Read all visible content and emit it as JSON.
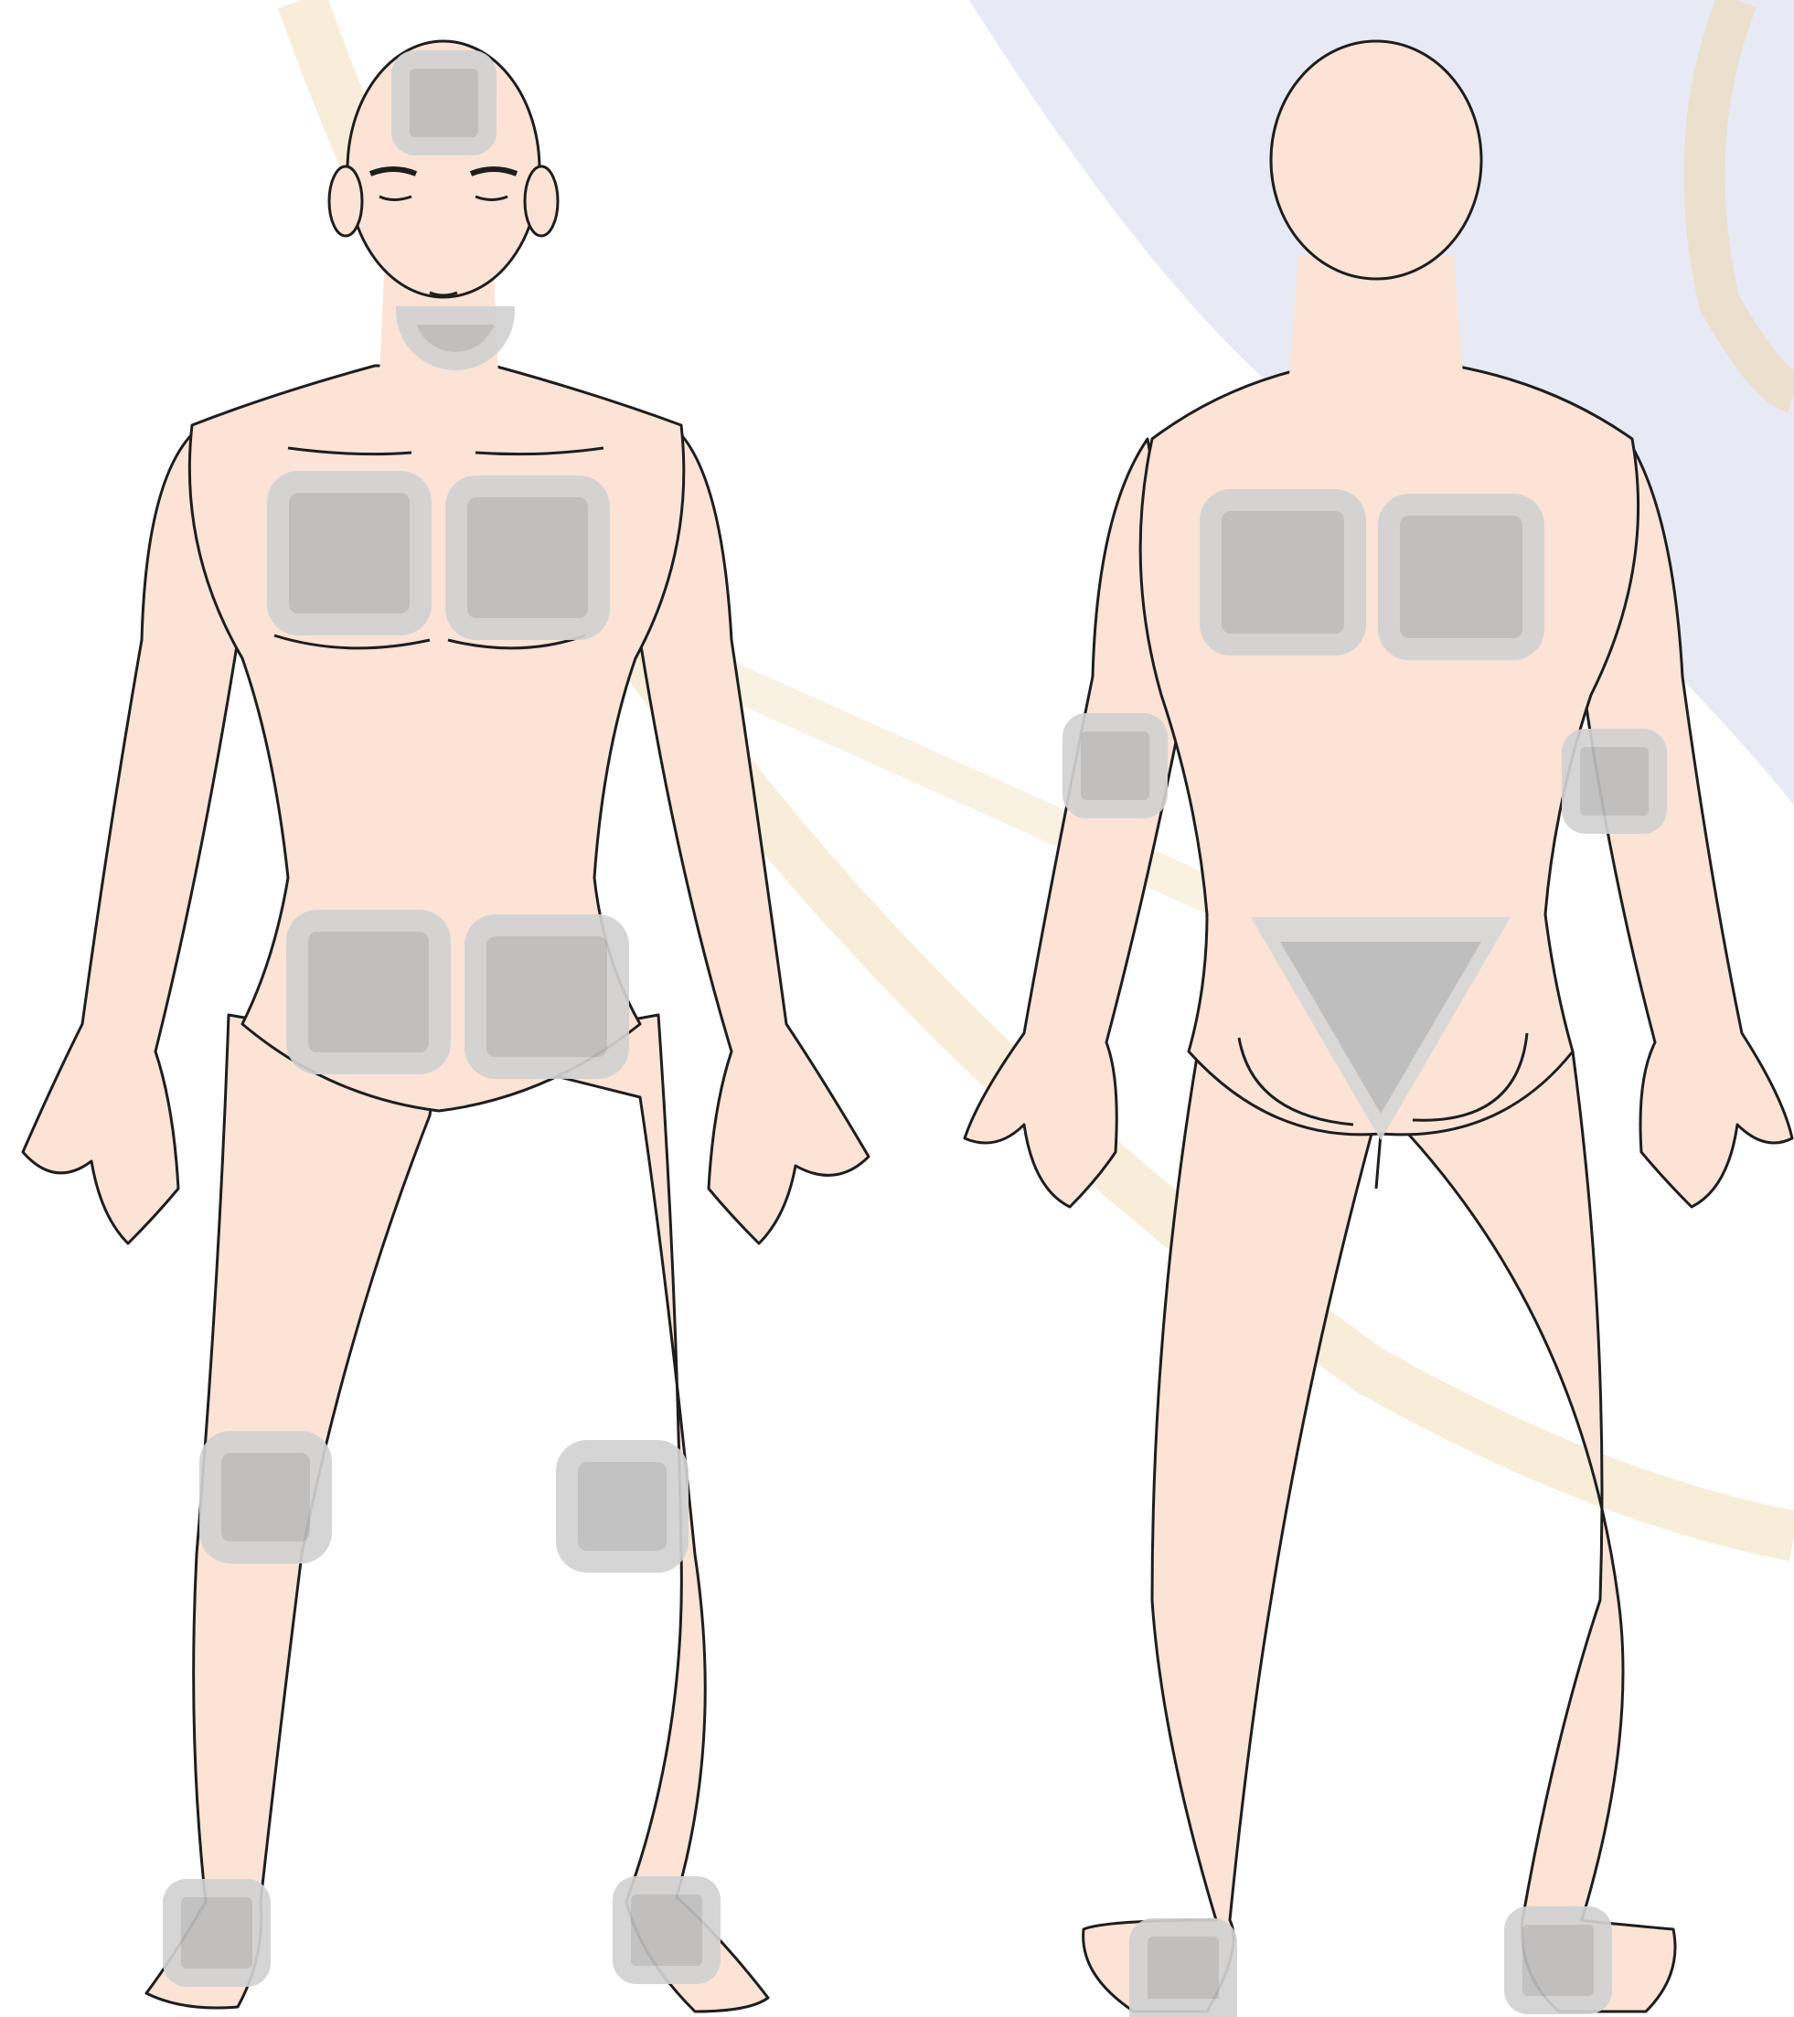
{
  "figure": {
    "views": [
      {
        "id": "front",
        "pads": [
          "forehead",
          "chin",
          "left-chest",
          "right-chest",
          "left-abdomen",
          "right-abdomen",
          "left-knee",
          "right-knee",
          "left-ankle",
          "right-ankle"
        ]
      },
      {
        "id": "back",
        "pads": [
          "left-upper-back",
          "right-upper-back",
          "left-elbow",
          "right-elbow",
          "sacrum",
          "left-heel",
          "right-heel"
        ]
      }
    ],
    "colors": {
      "skin": "#fbe3d6",
      "outline": "#1e1e1e",
      "pad_fill": "#bdbdbd",
      "pad_border": "#d6d6d6",
      "background": "#ffffff",
      "watermark_cream": "#efd6a8",
      "watermark_blue": "#c9d0e6"
    }
  }
}
